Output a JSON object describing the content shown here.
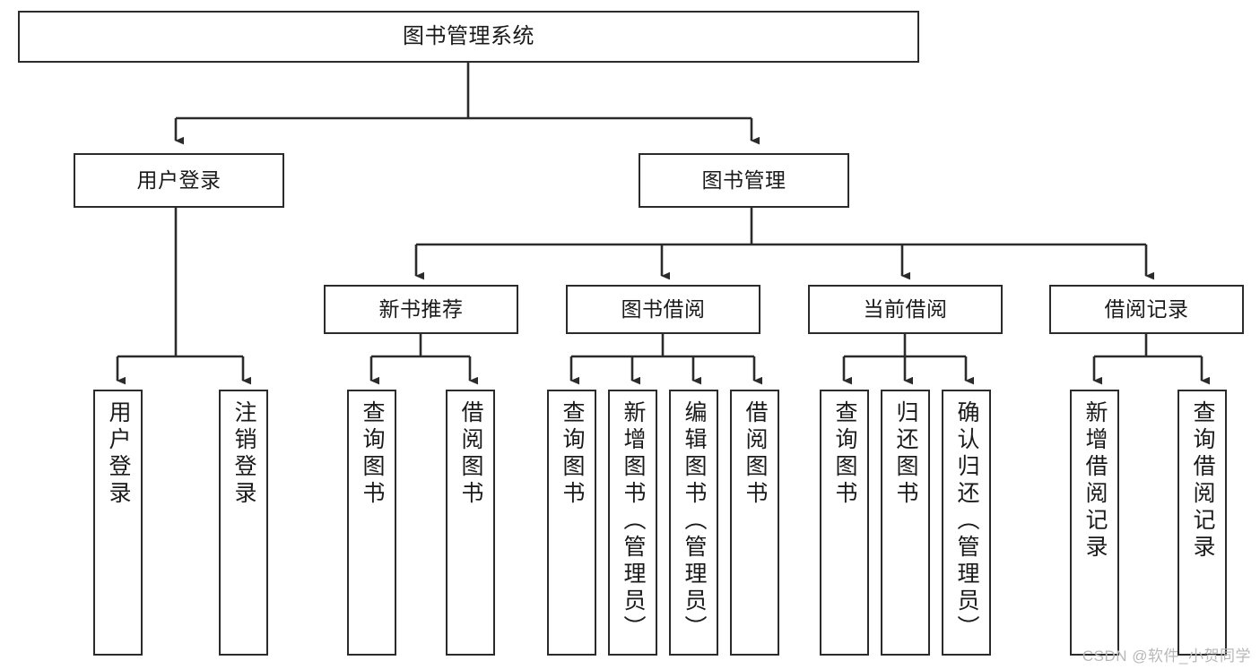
{
  "diagram": {
    "title": "图书管理系统",
    "type": "tree",
    "watermark": "CSDN @软件_小贺同学",
    "colors": {
      "box_border": "#2b2b2b",
      "box_fill": "#ffffff",
      "edge": "#2b2b2b",
      "text": "#1a1a1a",
      "watermark": "#b8b8b8",
      "background": "#ffffff"
    },
    "root": {
      "label": "图书管理系统"
    },
    "level1": [
      {
        "label": "用户登录"
      },
      {
        "label": "图书管理"
      }
    ],
    "level2": [
      {
        "label": "新书推荐"
      },
      {
        "label": "图书借阅"
      },
      {
        "label": "当前借阅"
      },
      {
        "label": "借阅记录"
      }
    ],
    "leaves": {
      "user_login": [
        {
          "label": "用户登录"
        },
        {
          "label": "注销登录"
        }
      ],
      "new_book_recommend": [
        {
          "label": "查询图书"
        },
        {
          "label": "借阅图书"
        }
      ],
      "book_borrow": [
        {
          "label": "查询图书"
        },
        {
          "label": "新增图书（管理员）"
        },
        {
          "label": "编辑图书（管理员）"
        },
        {
          "label": "借阅图书"
        }
      ],
      "current_borrow": [
        {
          "label": "查询图书"
        },
        {
          "label": "归还图书"
        },
        {
          "label": "确认归还（管理员）"
        }
      ],
      "borrow_record": [
        {
          "label": "新增借阅记录"
        },
        {
          "label": "查询借阅记录"
        }
      ]
    }
  }
}
